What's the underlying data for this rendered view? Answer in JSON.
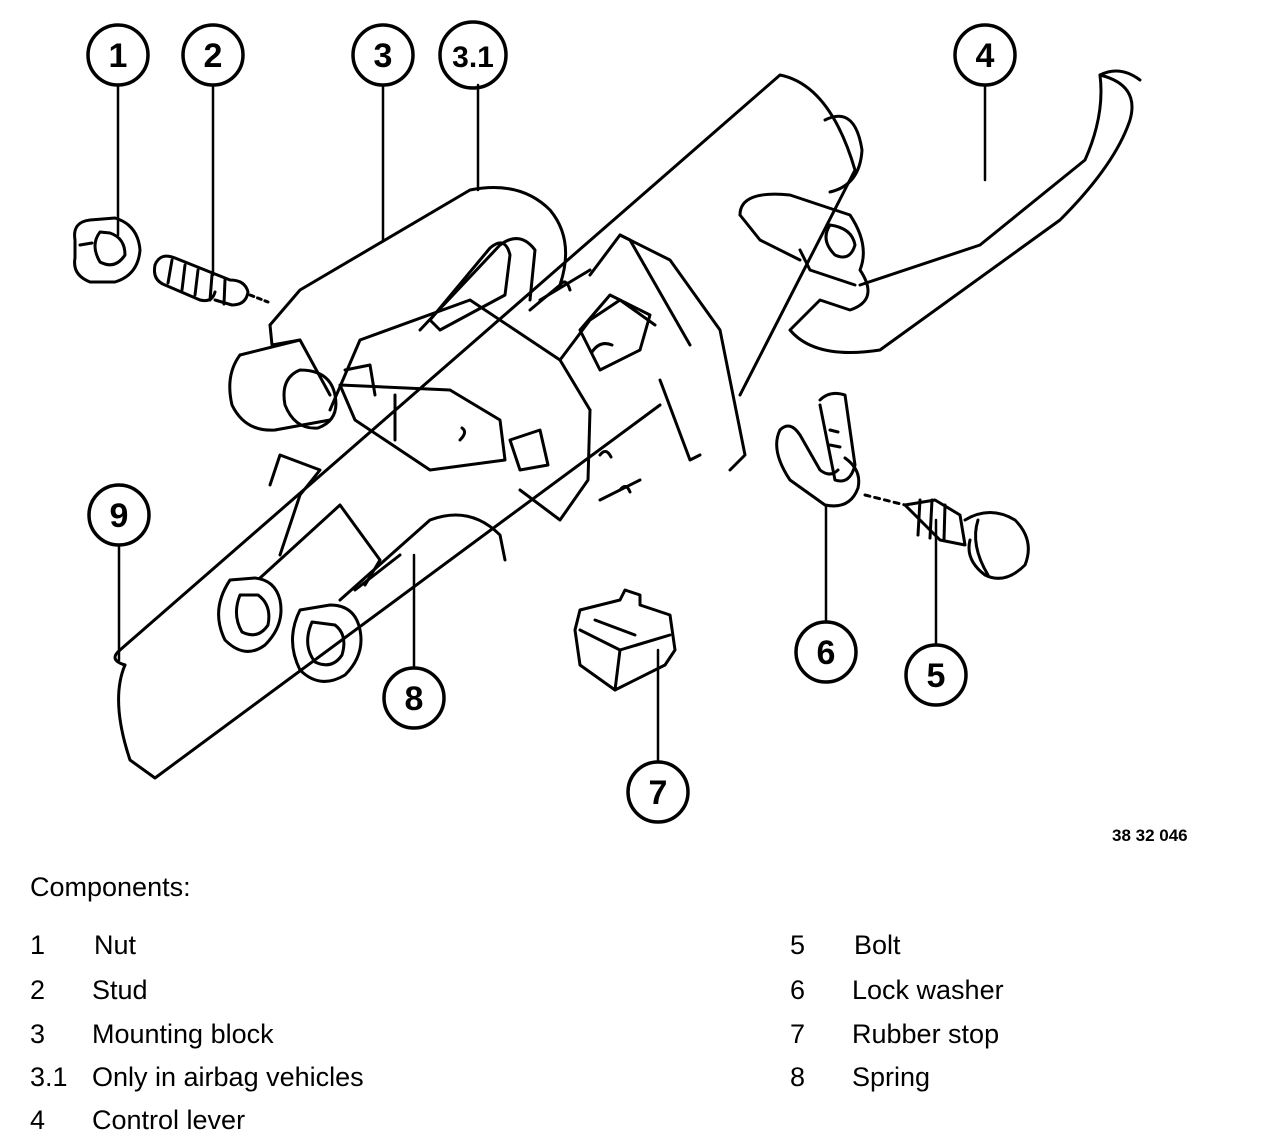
{
  "callouts": [
    "1",
    "2",
    "3",
    "3.1",
    "4",
    "5",
    "6",
    "7",
    "8",
    "9"
  ],
  "reference_number": "38 32 046",
  "legend": {
    "title": "Components:",
    "items": [
      {
        "num": "1",
        "label": "Nut"
      },
      {
        "num": "2",
        "label": "Stud"
      },
      {
        "num": "3",
        "label": "Mounting block"
      },
      {
        "num": "3.1",
        "label": "Only in airbag vehicles"
      },
      {
        "num": "4",
        "label": "Control lever"
      },
      {
        "num": "5",
        "label": "Bolt"
      },
      {
        "num": "6",
        "label": "Lock washer"
      },
      {
        "num": "7",
        "label": "Rubber stop"
      },
      {
        "num": "8",
        "label": "Spring"
      }
    ]
  }
}
